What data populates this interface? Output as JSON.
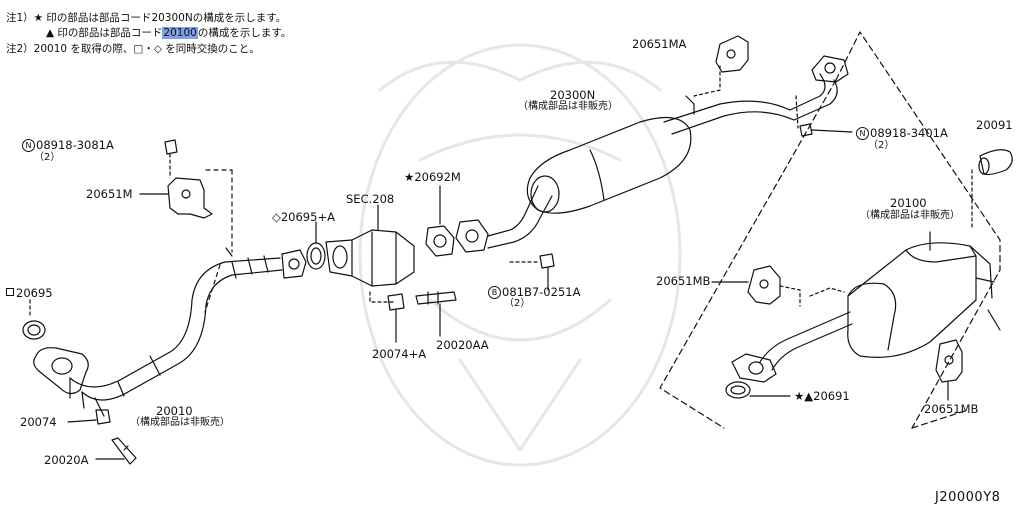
{
  "notes": {
    "n1_prefix": "注1）★ 印の部品は部品コード",
    "n1_code": "20300N",
    "n1_suffix": "の構成を示します。",
    "n2_prefix": "▲ 印の部品は部品コード",
    "n2_code": "20100",
    "n2_suffix": "の構成を示します。",
    "n3": "注2）20010 を取得の際、□・◇ を同時交換のこと。"
  },
  "callouts": {
    "c20651MA": "20651MA",
    "c20300N": "20300N",
    "c20300N_sub": "（構成部品は非販売）",
    "c08918_3081A": "08918-3081A",
    "c08918_3081A_qty": "（2）",
    "c08918_3401A": "08918-3401A",
    "c08918_3401A_qty": "（2）",
    "c20091": "20091",
    "c20651M": "20651M",
    "c20692M": "20692M",
    "c20692M_mark": "★",
    "cSEC208": "SEC.208",
    "c20695A": "20695+A",
    "c20695A_mark": "◇",
    "c20100": "20100",
    "c20100_sub": "（構成部品は非販売）",
    "c20651MB_left": "20651MB",
    "c081B7_0251A": "081B7-0251A",
    "c081B7_0251A_qty": "（2）",
    "c20695": "20695",
    "c20074A": "20074+A",
    "c20020AA": "20020AA",
    "c20074": "20074",
    "c20010": "20010",
    "c20010_sub": "（構成部品は非販売）",
    "c20691": "20691",
    "c20691_mark": "★▲",
    "c20651MB_right": "20651MB",
    "c20020A": "20020A"
  },
  "circle_marks": {
    "n_mark": "N",
    "b_mark": "B"
  },
  "diagram_code": "J20000Y8"
}
